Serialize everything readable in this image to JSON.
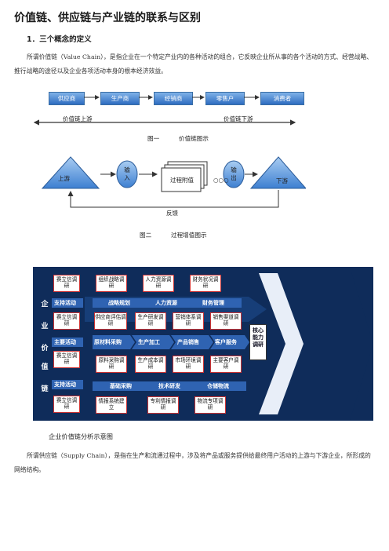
{
  "title": "价值链、供应链与产业链的联系与区别",
  "section1": "1．三个概念的定义",
  "para1": "所谓价值链（Value Chain），是指企业在一个特定产业内的各种活动的组合，它反映企业所从事的各个活动的方式、经营战略、推行战略的途径以及企业各项活动本身的根本经济效益。",
  "fig1": {
    "boxes": [
      "供应商",
      "生产商",
      "经销商",
      "零售户",
      "消费者"
    ],
    "upstream": "价值链上游",
    "downstream": "价值链下游",
    "caption_num": "图一",
    "caption_text": "价值链图示"
  },
  "fig2": {
    "upstream": "上游",
    "input": "输入",
    "process": "过程附值",
    "dots": "○○○",
    "output": "输出",
    "downstream": "下游",
    "feedback": "反馈",
    "caption_num": "图二",
    "caption_text": "过程增值图示"
  },
  "fig3": {
    "left_chars": [
      "企",
      "业",
      "价",
      "值",
      "链"
    ],
    "left_boxes": [
      "赛立信调研",
      "支持活动",
      "赛立信调研",
      "主要活动",
      "赛立信调研",
      "支持活动",
      "赛立信调研"
    ],
    "top_boxes": [
      "组织战略调研",
      "人力资源调研",
      "财务状况调研"
    ],
    "band1": [
      "战略规划",
      "人力资源",
      "财务管理"
    ],
    "mid_boxes": [
      "供应商评估调研",
      "生产研发调研",
      "营销体系调研",
      "销售渠道调研"
    ],
    "main_band": [
      "原材料采购",
      "生产加工",
      "产品销售",
      "客户服务"
    ],
    "low_boxes": [
      "原料采购调研",
      "生产成本调研",
      "市场环境调研",
      "主要客户调研"
    ],
    "band3": [
      "基础采购",
      "技术研发",
      "仓储物流"
    ],
    "bottom_boxes": [
      "情报系统建立",
      "专利情报调研",
      "物流专项调研"
    ],
    "core": "核心能力调研"
  },
  "fig3_caption": "企业价值链分析示意图",
  "para2": "所谓供应链（Supply Chain），是指在生产和流通过程中，涉及将产品或服务提供给最终用户活动的上游与下游企业，所形成的网络结构。",
  "colors": {
    "box_blue": "#2e6cc0",
    "dark_navy": "#0f2c5a",
    "band_blue": "#2f63b2",
    "red_border": "#cc3333"
  }
}
